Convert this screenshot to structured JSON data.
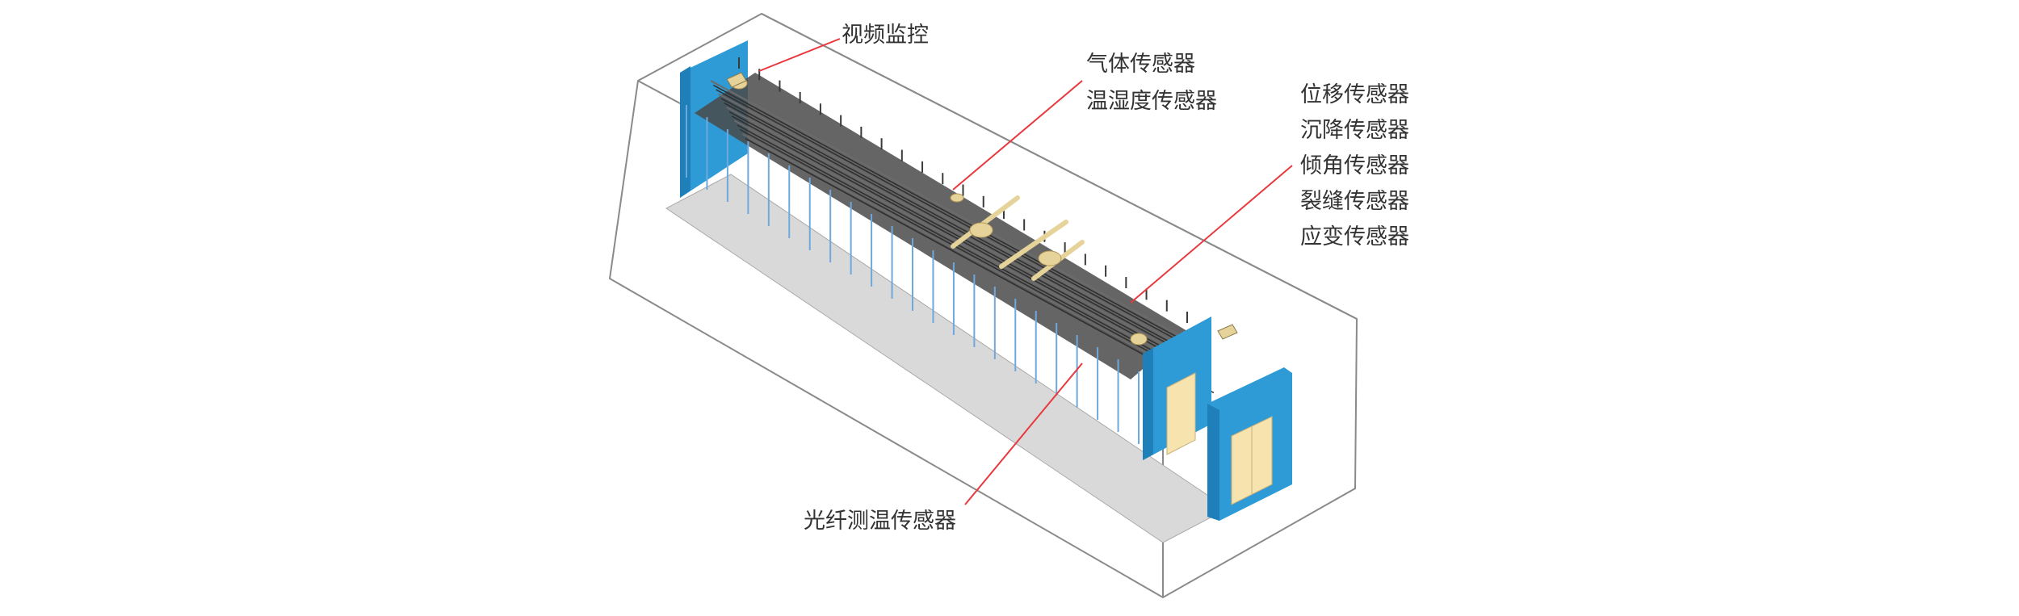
{
  "diagram": {
    "labels": {
      "video": "视频监控",
      "gas": "气体传感器",
      "humidity": "温湿度传感器",
      "group": [
        "位移传感器",
        "沉降传感器",
        "倾角传感器",
        "裂缝传感器",
        "应变传感器"
      ],
      "fiber": "光纤测温传感器"
    },
    "colors": {
      "leader_line": "#e8383d",
      "wall_blue": "#2f9bd6",
      "door_yellow": "#f6e3ae",
      "floor_gray": "#d9d9d9",
      "rack_dark": "#3a3a3a",
      "rack_pipe": "#6fa8dc",
      "sensor_yellow": "#e6d39a",
      "outline": "#777777",
      "text": "#333333"
    }
  }
}
